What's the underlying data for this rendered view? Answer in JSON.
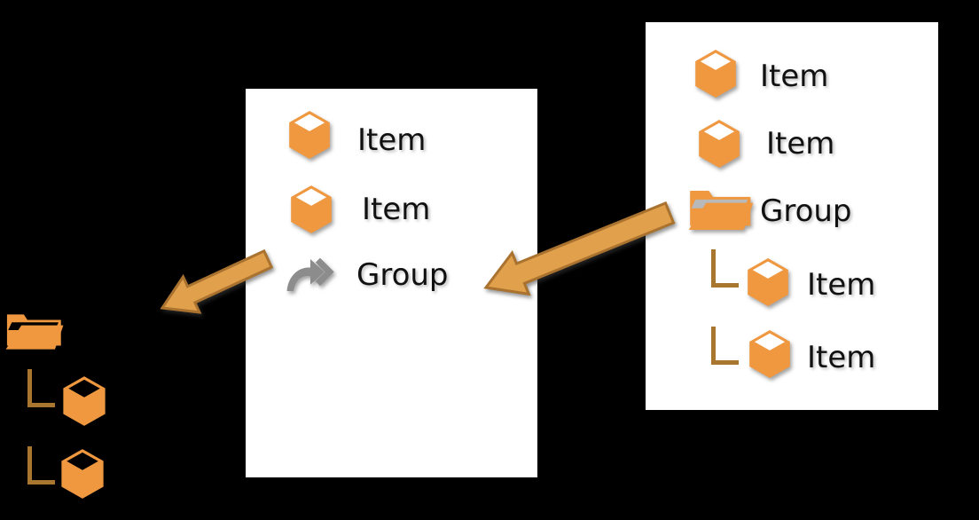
{
  "colors": {
    "background": "#000000",
    "panel_bg": "#ffffff",
    "accent_orange": "#EF9840",
    "arrow_fill": "#E1A04C",
    "arrow_outline": "#A9722E",
    "connector": "#A9762F",
    "shortcut_gray": "#8C8C8C",
    "folder_sheet": "#B9B9B9",
    "text": "#111111"
  },
  "source_panel": {
    "rows": [
      {
        "icon": "cube-icon",
        "label": "Item"
      },
      {
        "icon": "cube-icon",
        "label": "Item"
      },
      {
        "icon": "folder-open-icon",
        "label": "Group"
      },
      {
        "icon": "cube-icon",
        "label": "Item",
        "nested": true
      },
      {
        "icon": "cube-icon",
        "label": "Item",
        "nested": true
      }
    ]
  },
  "shortcut_panel": {
    "rows": [
      {
        "icon": "cube-icon",
        "label": "Item"
      },
      {
        "icon": "cube-icon",
        "label": "Item"
      },
      {
        "icon": "shortcut-arrow-icon",
        "label": "Group"
      }
    ]
  },
  "expanded_tree": {
    "rows": [
      {
        "icon": "folder-open-icon"
      },
      {
        "icon": "cube-icon",
        "nested": true
      },
      {
        "icon": "cube-icon",
        "nested": true
      }
    ]
  },
  "arrows": [
    {
      "icon": "block-arrow-left-icon"
    },
    {
      "icon": "block-arrow-left-icon"
    }
  ]
}
